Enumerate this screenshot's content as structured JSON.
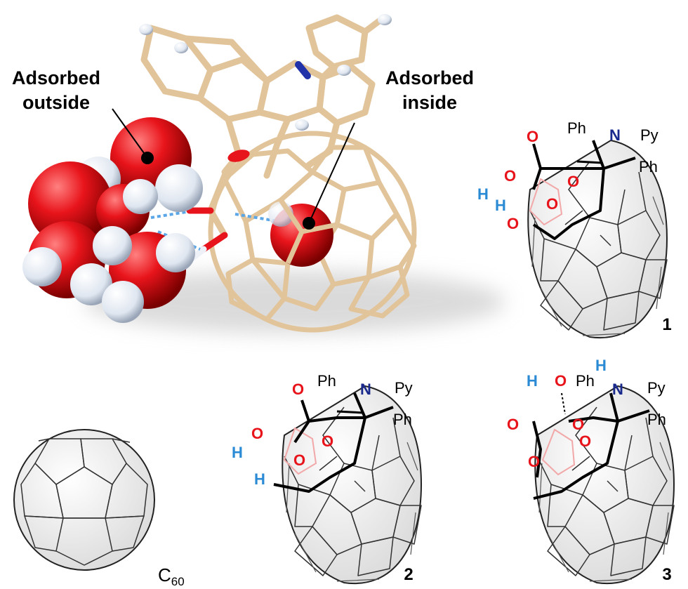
{
  "callouts": {
    "outside": [
      "Adsorbed",
      "outside"
    ],
    "inside": [
      "Adsorbed",
      "inside"
    ]
  },
  "compounds": {
    "c60": "C",
    "c60_sub": "60",
    "c1": "1",
    "c2": "2",
    "c3": "3"
  },
  "atoms": {
    "ph": "Ph",
    "py": "Py",
    "n": "N",
    "o": "O",
    "h": "H"
  },
  "colors": {
    "oxygen": "#e8141b",
    "hydrogen_label": "#2a8ad4",
    "nitrogen": "#1a2a8c",
    "carbon_stick": "#e2c49a",
    "cage_fill": "#f3f3f3"
  }
}
